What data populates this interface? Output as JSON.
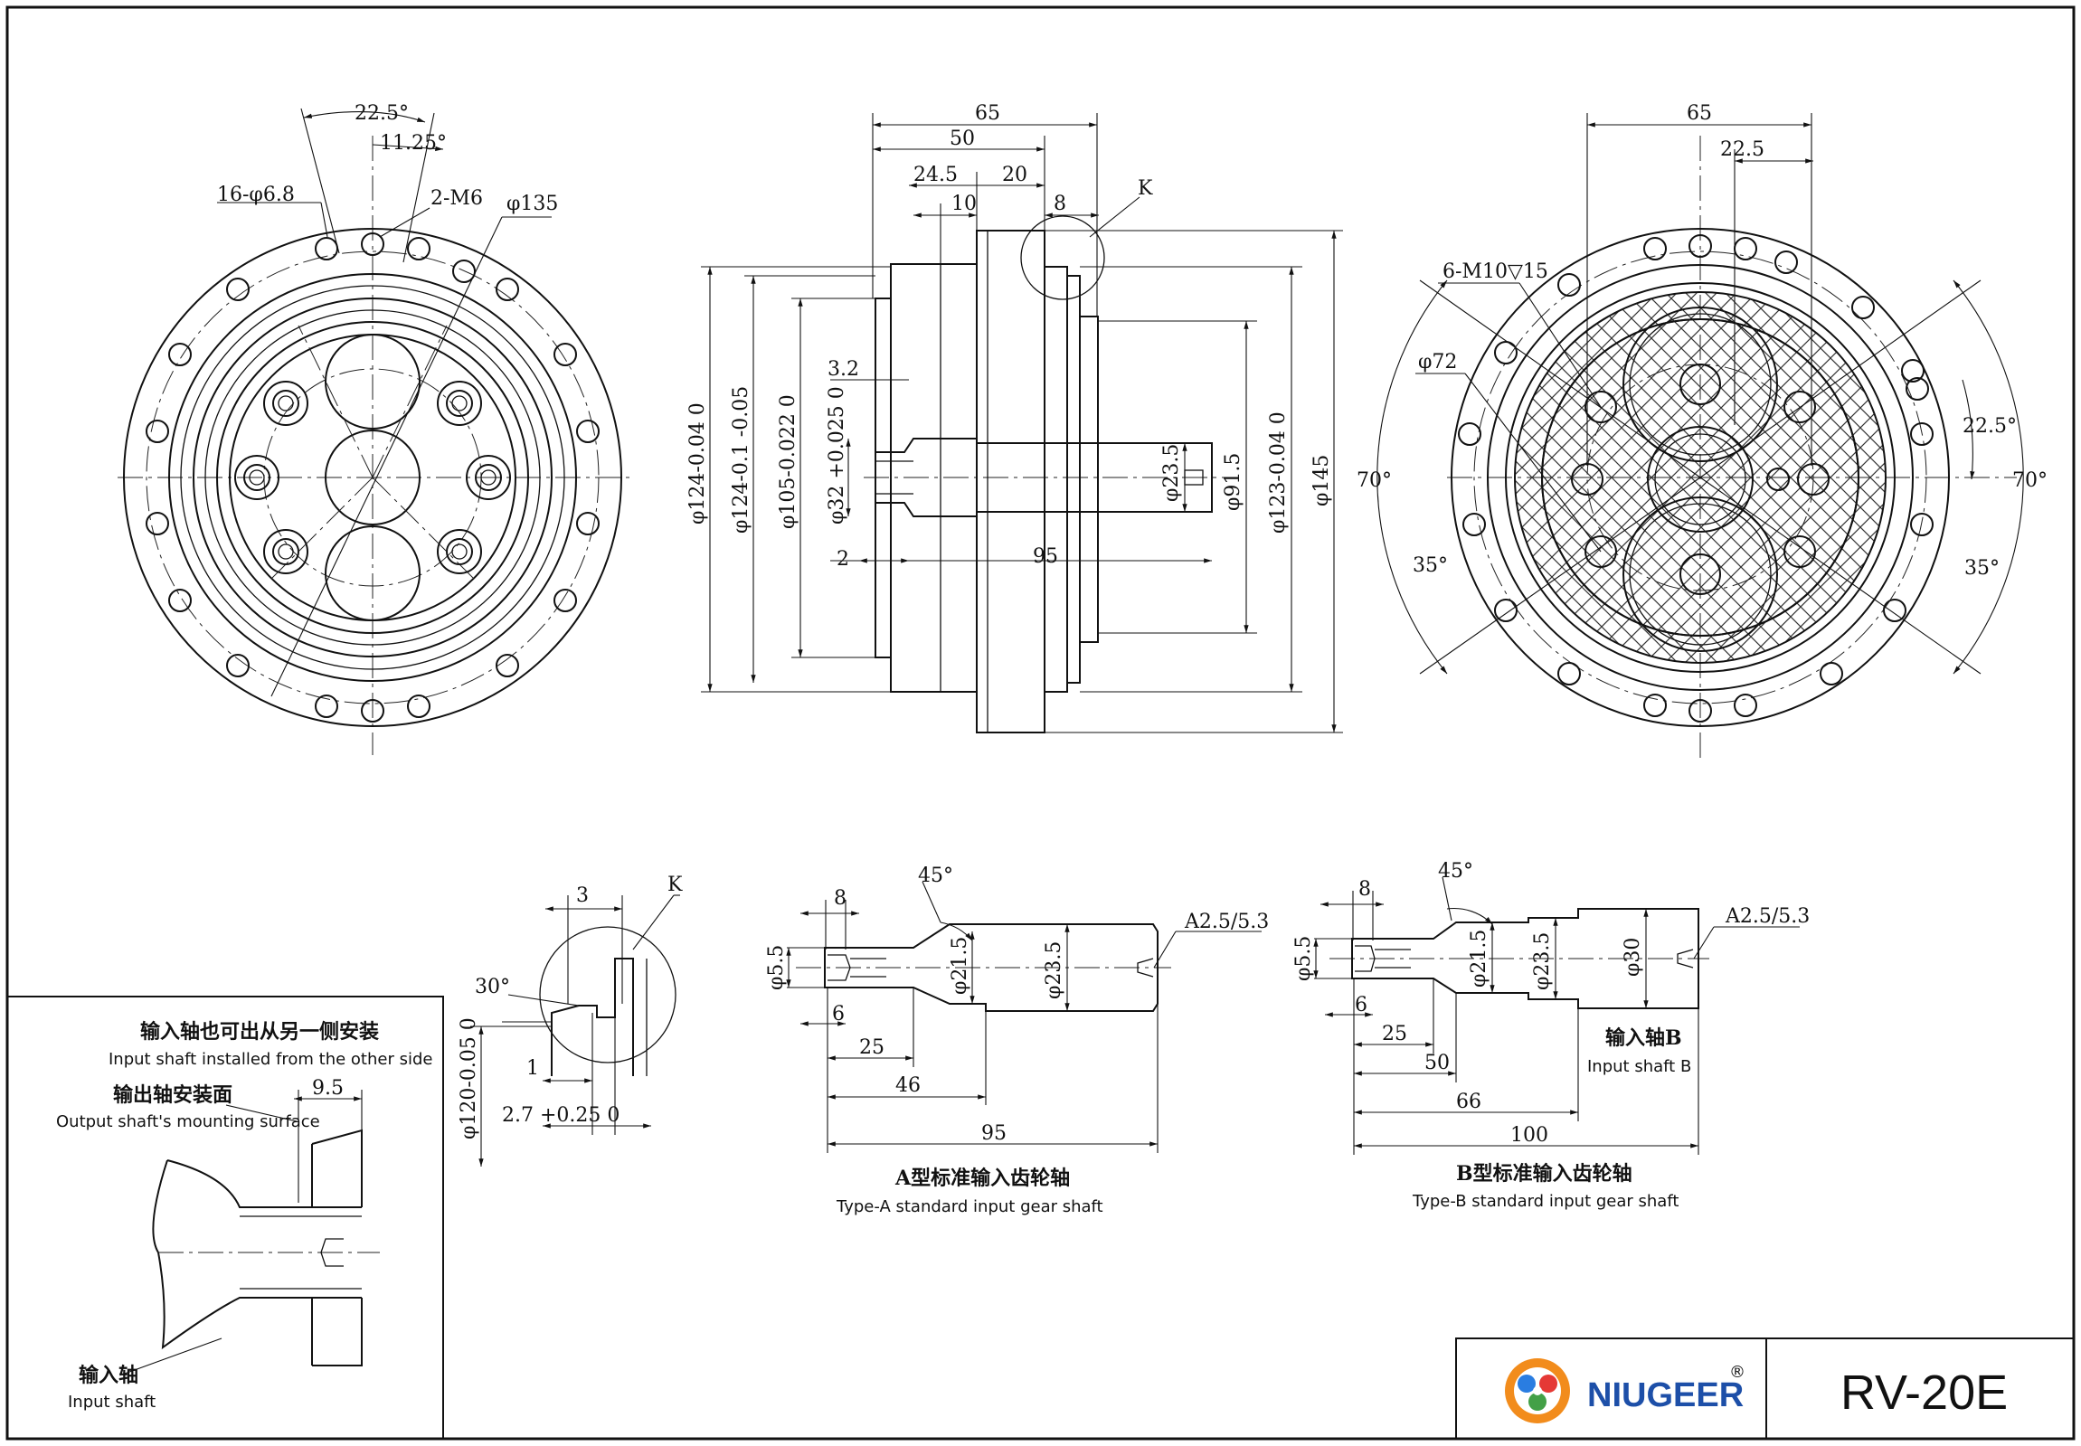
{
  "front_view": {
    "angle_a": "22.5°",
    "angle_b": "11.25°",
    "holes": "16-φ6.8",
    "tap": "2-M6",
    "pcd": "φ135"
  },
  "side_view": {
    "dims_top": [
      "65",
      "50",
      "24.5",
      "20",
      "10",
      "8"
    ],
    "detail_marker": "K",
    "dims_left": [
      "φ124-0.04 0",
      "φ124-0.1 -0.05",
      "φ105-0.022 0",
      "φ32 +0.025 0"
    ],
    "dim_32": "3.2",
    "dim_2": "2",
    "dim_95": "95",
    "dim_235": "φ23.5",
    "dim_915": "φ91.5",
    "dim_123": "φ123-0.04 0",
    "dim_145": "φ145"
  },
  "rear_view": {
    "dim_65": "65",
    "dim_225": "22.5",
    "tap": "6-M10▽15",
    "dim_72": "φ72",
    "angle_70_left": "70°",
    "angle_70_right": "70°",
    "angle_225": "22.5°",
    "angle_35_left": "35°",
    "angle_35_right": "35°"
  },
  "detail_k": {
    "dim_3": "3",
    "marker": "K",
    "angle": "30°",
    "dim_1": "1",
    "dim_27": "2.7 +0.25 0",
    "dim_120": "φ120-0.05 0"
  },
  "shaft_a": {
    "angle": "45°",
    "dim_8": "8",
    "center": "A2.5/5.3",
    "d55": "φ5.5",
    "d215": "φ21.5",
    "d235": "φ23.5",
    "dim_6": "6",
    "dim_25": "25",
    "dim_46": "46",
    "dim_95": "95",
    "title_cn": "A型标准输入齿轮轴",
    "title_en": "Type-A standard input gear shaft"
  },
  "shaft_b": {
    "angle": "45°",
    "dim_8": "8",
    "center": "A2.5/5.3",
    "d55": "φ5.5",
    "d215": "φ21.5",
    "d235": "φ23.5",
    "d30": "φ30",
    "dim_6": "6",
    "dim_25": "25",
    "dim_50": "50",
    "dim_66": "66",
    "dim_100": "100",
    "label_cn": "输入轴B",
    "label_en": "Input shaft B",
    "title_cn": "B型标准输入齿轮轴",
    "title_en": "Type-B standard input gear shaft"
  },
  "inset": {
    "note_cn": "输入轴也可出从另一侧安装",
    "note_en": "Input shaft installed from the other side",
    "mount_cn": "输出轴安装面",
    "mount_en": "Output shaft's mounting surface",
    "dim_95": "9.5",
    "shaft_cn": "输入轴",
    "shaft_en": "Input shaft"
  },
  "title_block": {
    "brand": "NIUGEER",
    "registered": "®",
    "model": "RV-20E"
  }
}
